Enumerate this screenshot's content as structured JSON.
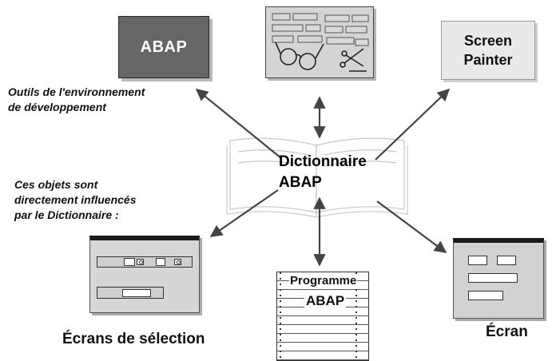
{
  "nodes": {
    "abap_tile": "ABAP",
    "screen_painter": [
      "Screen",
      "Painter"
    ],
    "center": [
      "Dictionnaire",
      "ABAP"
    ],
    "programme": {
      "title": "Programme",
      "subtitle": "ABAP"
    },
    "selection_screens_label": "Écrans de sélection",
    "screen_label": "Écran"
  },
  "texts": {
    "tools": [
      "Outils de l'environnement",
      "de développement"
    ],
    "objects": [
      "Ces objets sont",
      "directement influencés",
      "par le Dictionnaire :"
    ]
  },
  "colors": {
    "abap_tile": "#666666",
    "screen_painter_tile": "#e9e9e9",
    "arrows": "#444444",
    "window_title_bar": "#1a1a1a",
    "window_body": "#d4d4d4"
  },
  "icons": [
    "open-book-icon",
    "glasses-icon",
    "scissors-icon"
  ]
}
